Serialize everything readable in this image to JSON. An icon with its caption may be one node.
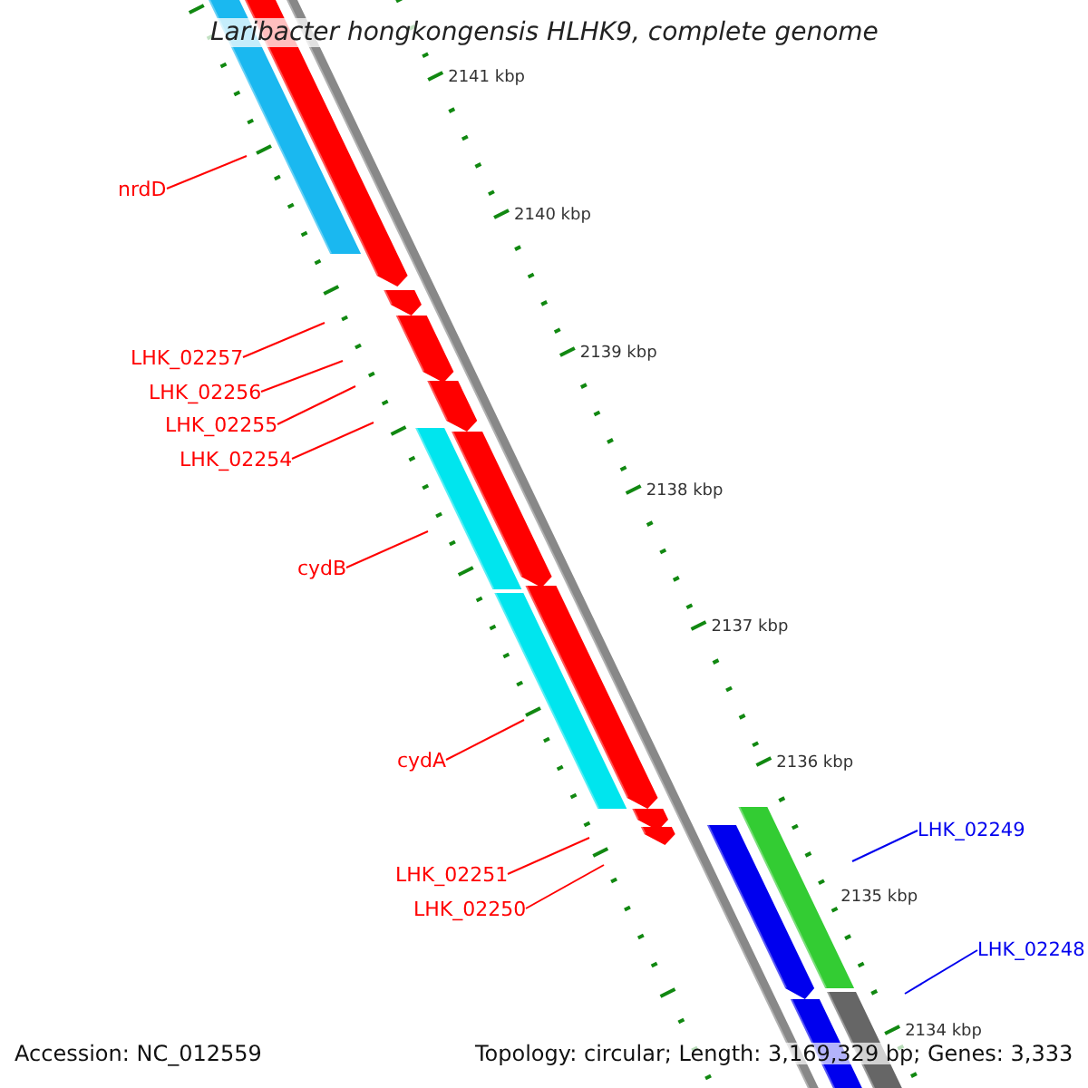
{
  "diagram": {
    "title": "Laribacter hongkongensis HLHK9, complete genome",
    "nodes": [
      {
        "text": [
          "nrdD"
        ]
      },
      {
        "text": [
          "LHK_02257"
        ]
      },
      {
        "text": [
          "LHK_02256"
        ]
      },
      {
        "text": [
          "LHK_02255"
        ]
      },
      {
        "text": [
          "LHK_02254"
        ]
      },
      {
        "text": [
          "cydB"
        ]
      },
      {
        "text": [
          "cydA"
        ]
      },
      {
        "text": [
          "LHK_02251"
        ]
      },
      {
        "text": [
          "LHK_02250"
        ]
      },
      {
        "text": [
          "LHK_02249"
        ]
      },
      {
        "text": [
          "LHK_02248"
        ]
      }
    ],
    "edges": [
      {
        "from": 0,
        "to": null,
        "arrow": "none"
      },
      {
        "from": 1,
        "to": null,
        "arrow": "none"
      },
      {
        "from": 2,
        "to": null,
        "arrow": "none"
      },
      {
        "from": 3,
        "to": null,
        "arrow": "none"
      },
      {
        "from": 4,
        "to": null,
        "arrow": "none"
      },
      {
        "from": 5,
        "to": null,
        "arrow": "none"
      },
      {
        "from": 6,
        "to": null,
        "arrow": "none"
      },
      {
        "from": 7,
        "to": null,
        "arrow": "none"
      },
      {
        "from": 8,
        "to": null,
        "arrow": "none"
      },
      {
        "from": 9,
        "to": null,
        "arrow": "none",
        "color": "#0000ee"
      },
      {
        "from": 10,
        "to": null,
        "arrow": "none",
        "color": "#0000ee"
      }
    ],
    "labels": [
      "2141 kbp",
      "2140 kbp",
      "2139 kbp",
      "2138 kbp",
      "2137 kbp",
      "2136 kbp",
      "2135 kbp",
      "2134 kbp",
      "Accession: NC_012559",
      "Topology: circular; Length: 3,169,329 bp; Genes: 3,333"
    ]
  }
}
